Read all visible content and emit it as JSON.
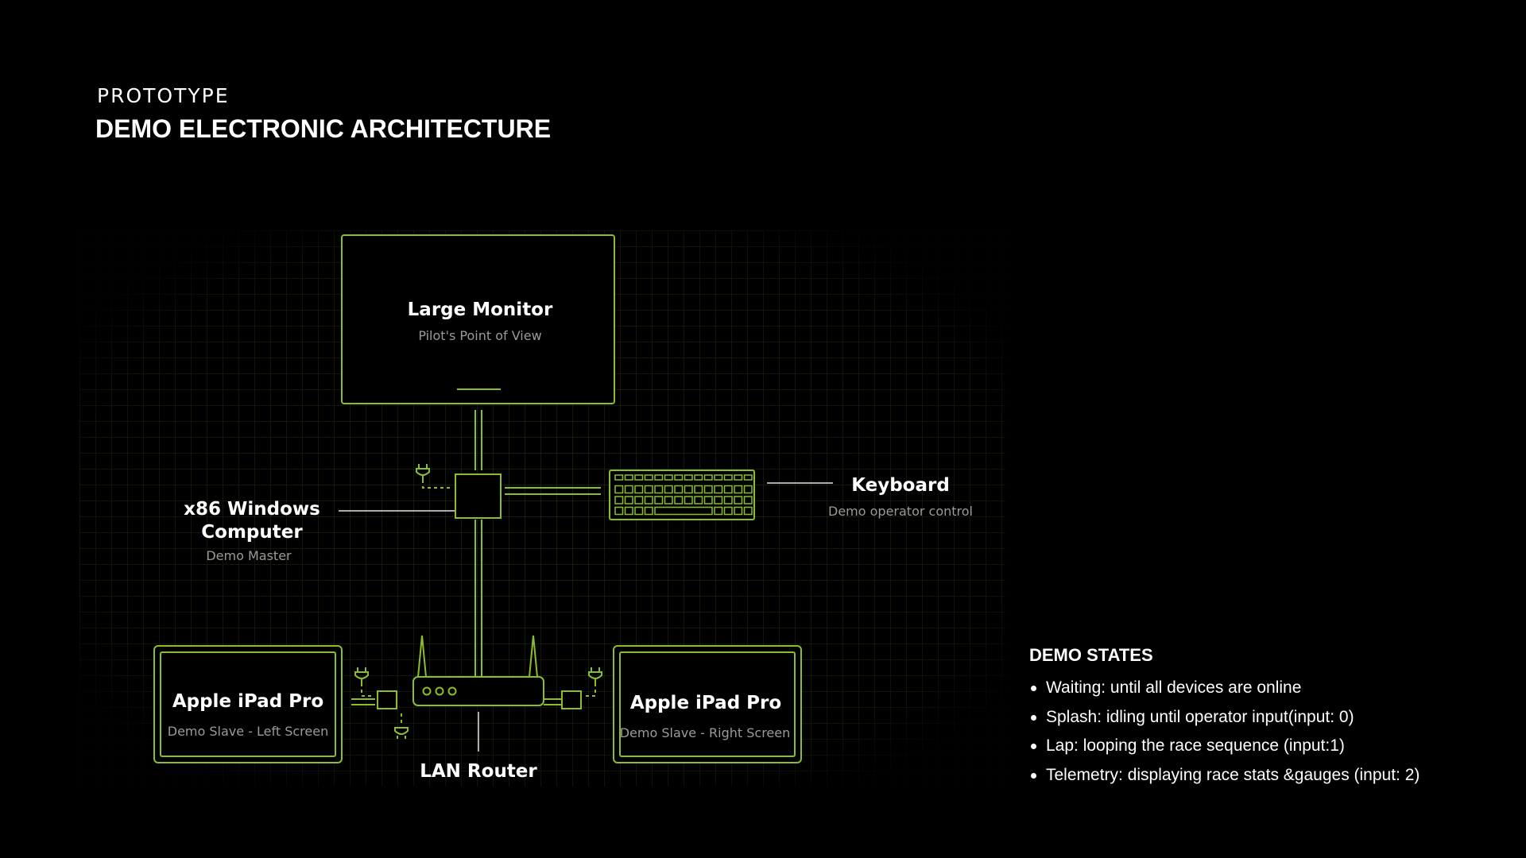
{
  "header": {
    "kicker": "PROTOTYPE",
    "title": "DEMO ELECTRONIC ARCHITECTURE"
  },
  "diagram": {
    "accent_color": "#8bbf2a",
    "nodes": {
      "large_monitor": {
        "title": "Large Monitor",
        "subtitle": "Pilot's Point of View"
      },
      "computer": {
        "title_line1": "x86 Windows",
        "title_line2": "Computer",
        "subtitle": "Demo Master"
      },
      "keyboard": {
        "title": "Keyboard",
        "subtitle": "Demo operator control"
      },
      "ipad_left": {
        "title": "Apple iPad Pro",
        "subtitle": "Demo Slave - Left Screen"
      },
      "ipad_right": {
        "title": "Apple iPad Pro",
        "subtitle": "Demo Slave - Right Screen"
      },
      "router": {
        "title": "LAN Router"
      }
    },
    "icons": [
      "plug-icon",
      "keyboard-icon",
      "router-icon"
    ]
  },
  "demo_states": {
    "heading": "DEMO STATES",
    "items": [
      "Waiting: until all devices are online",
      "Splash: idling until operator input(input: 0)",
      "Lap: looping the race sequence (input:1)",
      "Telemetry: displaying race stats &gauges (input: 2)"
    ]
  }
}
